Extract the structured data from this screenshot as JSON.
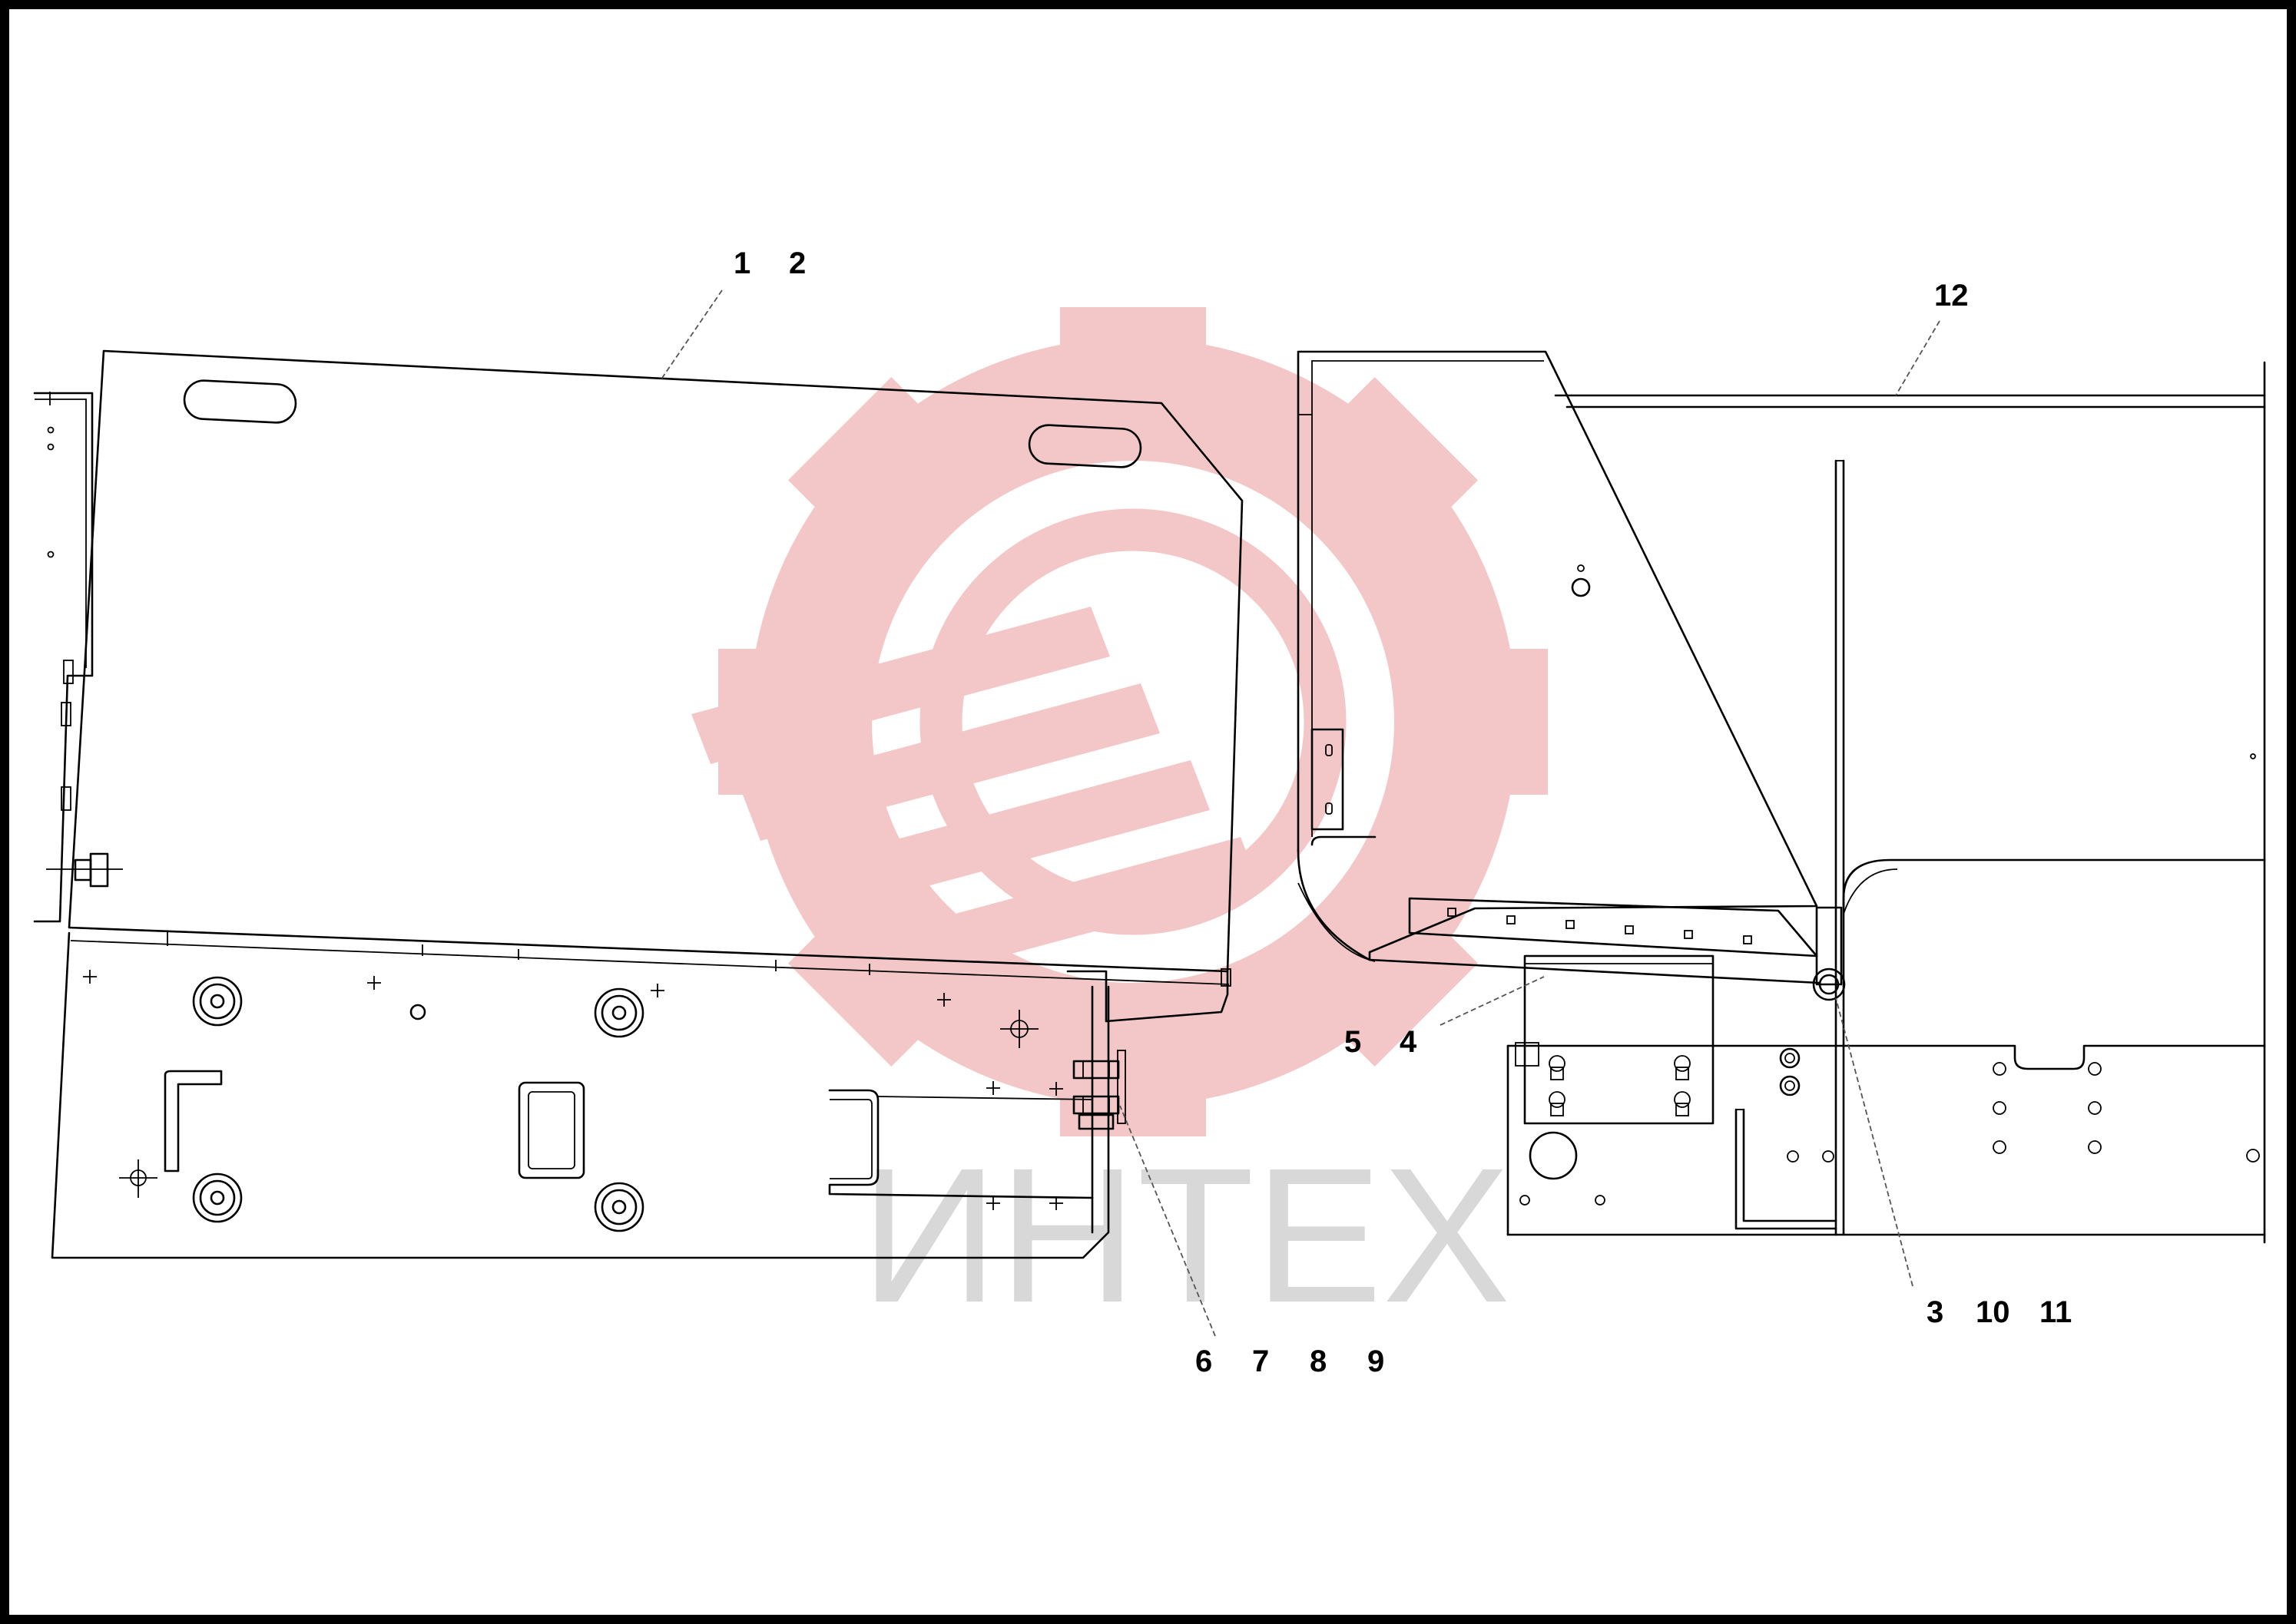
{
  "watermark": {
    "text": "ИНТЕХ",
    "gear_color": "#f3c7c7",
    "text_color": "#d8d8d8"
  },
  "callouts": {
    "c1": "1",
    "c2": "2",
    "c3": "3",
    "c4": "4",
    "c5": "5",
    "c6": "6",
    "c7": "7",
    "c8": "8",
    "c9": "9",
    "c10": "10",
    "c11": "11",
    "c12": "12"
  },
  "colors": {
    "border": "#000000",
    "line": "#000000",
    "background": "#ffffff"
  }
}
